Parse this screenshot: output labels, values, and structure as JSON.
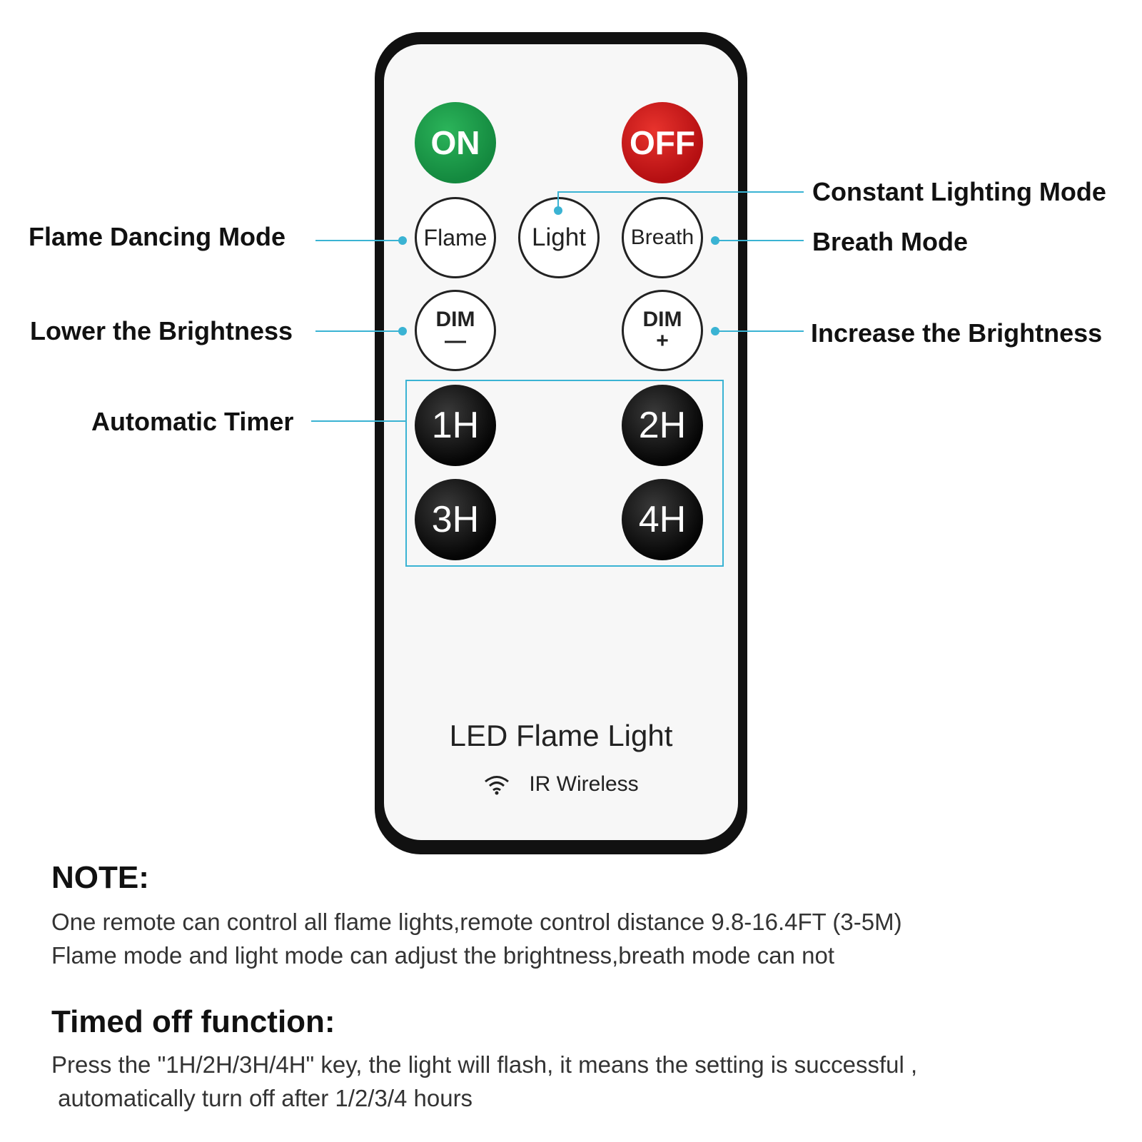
{
  "remote": {
    "buttons": {
      "on": "ON",
      "off": "OFF",
      "flame": "Flame",
      "light": "Light",
      "breath": "Breath",
      "dim_minus_top": "DIM",
      "dim_minus_sign": "—",
      "dim_plus_top": "DIM",
      "dim_plus_sign": "+",
      "timer_1h": "1H",
      "timer_2h": "2H",
      "timer_3h": "3H",
      "timer_4h": "4H"
    },
    "brand": "LED Flame Light",
    "wireless": "IR Wireless",
    "wireless_icon": "wifi-icon"
  },
  "callouts": {
    "constant_lighting": "Constant Lighting Mode",
    "flame_dancing": "Flame Dancing Mode",
    "breath": "Breath Mode",
    "lower_brightness": "Lower the Brightness",
    "increase_brightness": "Increase the Brightness",
    "automatic_timer": "Automatic Timer"
  },
  "notes": {
    "note_heading": "NOTE:",
    "note_line1": "One remote can control all flame lights,remote control distance 9.8-16.4FT (3-5M)",
    "note_line2": "Flame mode and light mode can adjust the brightness,breath mode can not",
    "timed_heading": "Timed off function:",
    "timed_line1": "Press the \"1H/2H/3H/4H\" key, the light will flash, it means the setting is successful ,",
    "timed_line2": " automatically turn off after 1/2/3/4 hours"
  },
  "colors": {
    "callout_line": "#3ab3d3",
    "on_button": "#14893f",
    "off_button": "#b50f12"
  }
}
